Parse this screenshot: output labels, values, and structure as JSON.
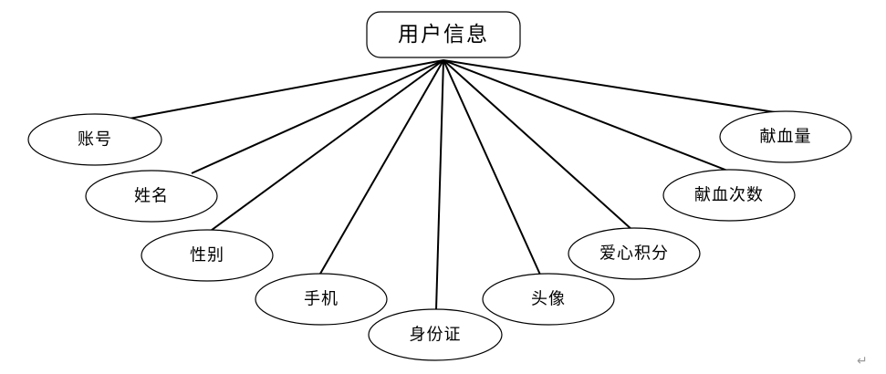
{
  "diagram": {
    "entity": "用户信息",
    "attributes": [
      "账号",
      "姓名",
      "性别",
      "手机",
      "身份证",
      "头像",
      "爱心积分",
      "献血次数",
      "献血量"
    ],
    "paragraph_mark": "↵"
  }
}
